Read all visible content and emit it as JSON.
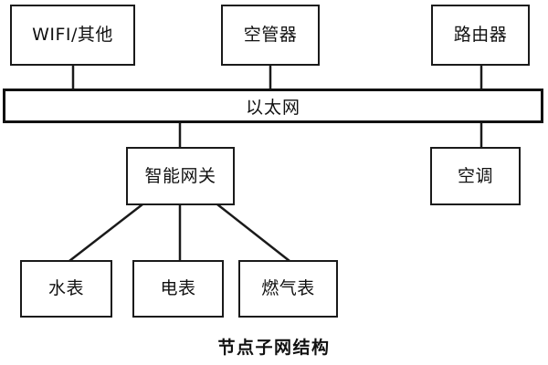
{
  "diagram": {
    "title": "节点子网结构",
    "caption": "节点子网结构",
    "background_color": "#ffffff",
    "stroke_color": "#1a1a1a",
    "text_color": "#111111",
    "type": "network-topology-block-diagram",
    "nodes": {
      "wifi": {
        "label": "WIFI/其他"
      },
      "air_controller": {
        "label": "空管器"
      },
      "router": {
        "label": "路由器"
      },
      "ethernet": {
        "label": "以太网"
      },
      "smart_gateway": {
        "label": "智能网关"
      },
      "air_conditioner": {
        "label": "空调"
      },
      "water_meter": {
        "label": "水表"
      },
      "electric_meter": {
        "label": "电表"
      },
      "gas_meter": {
        "label": "燃气表"
      }
    },
    "edges": [
      {
        "from": "wifi",
        "to": "ethernet",
        "style": "vertical"
      },
      {
        "from": "air_controller",
        "to": "ethernet",
        "style": "vertical"
      },
      {
        "from": "router",
        "to": "ethernet",
        "style": "vertical"
      },
      {
        "from": "ethernet",
        "to": "smart_gateway",
        "style": "vertical"
      },
      {
        "from": "ethernet",
        "to": "air_conditioner",
        "style": "vertical"
      },
      {
        "from": "smart_gateway",
        "to": "water_meter",
        "style": "diagonal"
      },
      {
        "from": "smart_gateway",
        "to": "electric_meter",
        "style": "vertical"
      },
      {
        "from": "smart_gateway",
        "to": "gas_meter",
        "style": "diagonal"
      }
    ]
  }
}
